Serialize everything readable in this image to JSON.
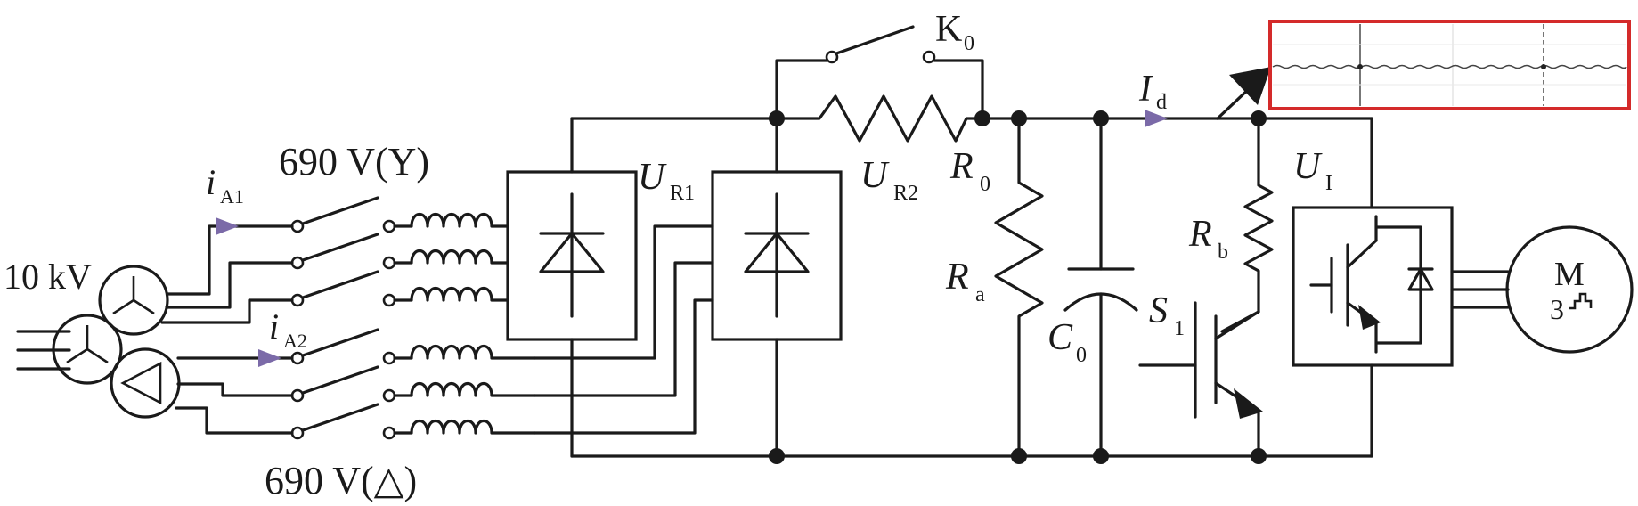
{
  "labels": {
    "grid_voltage": "10 kV",
    "secondary_y": "690 V(Y)",
    "secondary_delta": "690 V(△)",
    "current_a1_main": "i",
    "current_a1_sub": "A1",
    "current_a2_main": "i",
    "current_a2_sub": "A2",
    "rectifier1_main": "U",
    "rectifier1_sub": "R1",
    "rectifier2_main": "U",
    "rectifier2_sub": "R2",
    "switch_k0_main": "K",
    "switch_k0_sub": "0",
    "resistor_r0_main": "R",
    "resistor_r0_sub": "0",
    "resistor_ra_main": "R",
    "resistor_ra_sub": "a",
    "capacitor_c0_main": "C",
    "capacitor_c0_sub": "0",
    "current_id_main": "I",
    "current_id_sub": "d",
    "resistor_rb_main": "R",
    "resistor_rb_sub": "b",
    "switch_s1_main": "S",
    "switch_s1_sub": "1",
    "inverter_main": "U",
    "inverter_sub": "I",
    "motor_letter": "M",
    "motor_phase": "3"
  },
  "colors": {
    "wire": "#1a1a1a",
    "current_arrow": "#7b6aa8",
    "scope_frame": "#d42a2a"
  }
}
